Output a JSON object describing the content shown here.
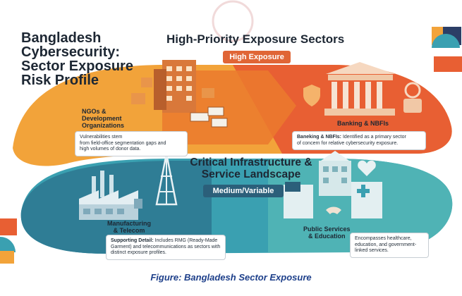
{
  "title": {
    "line1": "Bangladesh",
    "line2": "Cybersecurity:",
    "line3": "Sector Exposure",
    "line4": "Risk Profile"
  },
  "top_heading": "High-Priority Exposure Sectors",
  "high_badge": "High Exposure",
  "mid_heading": {
    "line1": "Critical Infrastructure &",
    "line2": "Service Landscape"
  },
  "medium_badge": "Medium/Variable",
  "sectors": {
    "ngo": {
      "label_line1": "NGOs &",
      "label_line2": "Development",
      "label_line3": "Organizations",
      "note_line1": "Vulnerabilities stem",
      "note_line2": "from field-office segmentation gaps and",
      "note_line3": "high volumes of donor data."
    },
    "banking": {
      "label": "Banking & NBFIs",
      "note_bold": "Baneking & NBFIs:",
      "note_line1": "Identified as a primary sector",
      "note_line2": "of concern for relative cybersecurity exposure."
    },
    "manufacturing": {
      "label_line1": "Manufacturing",
      "label_line2": "& Telecom",
      "note_bold": "Supporting Detail:",
      "note_line1": "Includes RMG (Ready-Made",
      "note_line2": "Garment) and telecommunications as sectors with",
      "note_line3": "distinct exposure profiles."
    },
    "public": {
      "label_line1": "Public Services",
      "label_line2": "& Education",
      "note_line1": "Encompasses healthcare,",
      "note_line2": "education, and government-",
      "note_line3": "linked services."
    }
  },
  "caption": "Figure: Bangladesh Sector Exposure",
  "colors": {
    "orange": "#eb7a2e",
    "deep_orange": "#e85f33",
    "amber": "#f2a33a",
    "teal": "#3aa0b1",
    "navy": "#25536b",
    "caption_blue": "#1d3f8a"
  }
}
